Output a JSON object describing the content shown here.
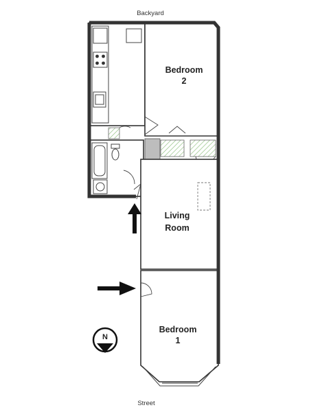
{
  "labels": {
    "backyard": "Backyard",
    "street": "Street",
    "bedroom2_line1": "Bedroom",
    "bedroom2_line2": "2",
    "living_line1": "Living",
    "living_line2": "Room",
    "bedroom1_line1": "Bedroom",
    "bedroom1_line2": "1",
    "compass": "N"
  },
  "icons": {
    "compass": "north-compass-icon",
    "entry_arrow_side": "arrow-right-icon",
    "entry_arrow_up": "arrow-up-icon"
  },
  "colors": {
    "wall": "#333333",
    "hatch": "#8fbf7f",
    "closet": "#bdbdbd"
  }
}
